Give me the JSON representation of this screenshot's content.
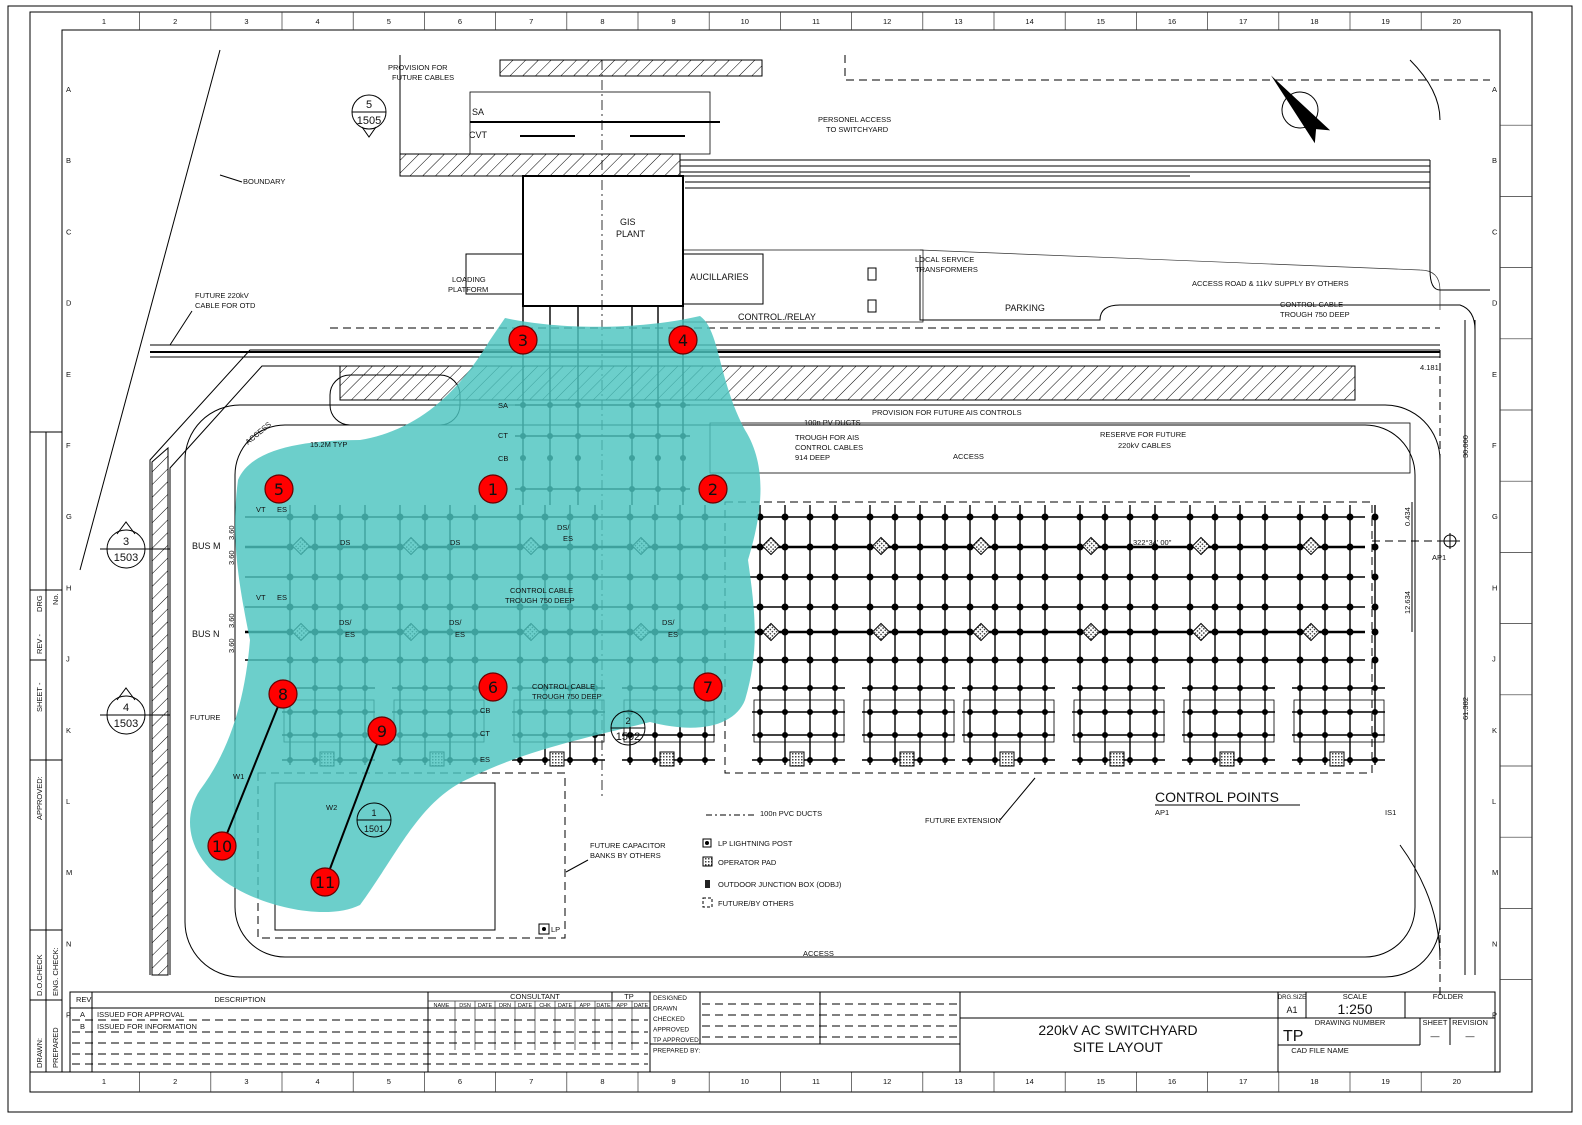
{
  "colors": {
    "highlight": "#4cc4c0",
    "marker": "#ff0000",
    "line": "#000000"
  },
  "grid": {
    "columns": [
      "1",
      "2",
      "3",
      "4",
      "5",
      "6",
      "7",
      "8",
      "9",
      "10",
      "11",
      "12",
      "13",
      "14",
      "15",
      "16",
      "17",
      "18",
      "19",
      "20"
    ],
    "rows": [
      "A",
      "B",
      "C",
      "D",
      "E",
      "F",
      "G",
      "H",
      "J",
      "K",
      "L",
      "M",
      "N",
      "P"
    ]
  },
  "markers": [
    "1",
    "2",
    "3",
    "4",
    "5",
    "6",
    "7",
    "8",
    "9",
    "10",
    "11"
  ],
  "labels": {
    "provision_future_cables_1": "PROVISION FOR",
    "provision_future_cables_2": "FUTURE CABLES",
    "callout_5_top": "5",
    "callout_5_bottom": "1505",
    "sa_top": "SA",
    "cvt": "CVT",
    "boundary": "BOUNDARY",
    "gis_1": "GIS",
    "gis_2": "PLANT",
    "loading_1": "LOADING",
    "loading_2": "PLATFORM",
    "auxiliaries": "AUCILLARIES",
    "personnel_1": "PERSONEL ACCESS",
    "personnel_2": "TO SWITCHYARD",
    "lst_1": "LOCAL SERVICE",
    "lst_2": "TRANSFORMERS",
    "access_road": "ACCESS ROAD & 11kV SUPPLY BY OTHERS",
    "parking": "PARKING",
    "cct_top_1": "CONTROL CABLE",
    "cct_top_2": "TROUGH 750 DEEP",
    "future_otd_1": "FUTURE 220kV",
    "future_otd_2": "CABLE FOR OTD",
    "control_relay": "CONTROL./RELAY",
    "dim_4181": "4.181",
    "provision_ais": "PROVISION FOR FUTURE AIS CONTROLS",
    "pv_ducts": "100n PV DUCTS",
    "trough_ais_1": "TROUGH FOR AIS",
    "trough_ais_2": "CONTROL CABLES",
    "trough_ais_3": "914 DEEP",
    "access_mid": "ACCESS",
    "reserve_1": "RESERVE FOR  FUTURE",
    "reserve_2": "220kV CABLES",
    "dim_30000": "30.000",
    "access_left": "ACCESS",
    "typ_spacing": "15.2M  TYP",
    "bus_m": "BUS M",
    "bus_n": "BUS N",
    "dim_360": "3.60",
    "vt": "VT",
    "es": "ES",
    "ds": "DS",
    "ds_es_1": "DS/",
    "ds_es_2": "ES",
    "sa": "SA",
    "ct": "CT",
    "cb": "CB",
    "cct_mid_1": "CONTROL CABLE",
    "cct_mid_2": "TROUGH 750 DEEP",
    "bearing": "322°34' 00\"",
    "ap1": "AP1",
    "dim_0434": "0.434",
    "dim_12634": "12.634",
    "dim_61382": "61.382",
    "callout_3_top": "3",
    "callout_3_bottom": "1503",
    "callout_4_top": "4",
    "callout_4_bottom": "1503",
    "callout_2_top": "2",
    "callout_2_bottom": "1502",
    "callout_1_top": "1",
    "callout_1_bottom": "1501",
    "future": "FUTURE",
    "w1": "W1",
    "w2": "W2",
    "pvc_ducts": "100n PVC DUCTS",
    "future_extension": "FUTURE EXTENSION",
    "control_points": "CONTROL POINTS",
    "control_points_ap1": "AP1",
    "is1": "IS1",
    "capacitor_1": "FUTURE CAPACITOR",
    "capacitor_2": "BANKS BY OTHERS",
    "lp": "LP",
    "access_bottom": "ACCESS"
  },
  "legend": {
    "lightning_post": "LP  LIGHTNING POST",
    "operator_pad": "OPERATOR PAD",
    "junction_box": "OUTDOOR JUNCTION BOX (ODBJ)",
    "future_by_others": "FUTURE/BY OTHERS"
  },
  "title_block": {
    "rev_header": "REV",
    "description_header": "DESCRIPTION",
    "revisions": [
      {
        "rev": "A",
        "description": "ISSUED FOR APPROVAL"
      },
      {
        "rev": "B",
        "description": "ISSUED FOR INFORMATION"
      }
    ],
    "consultant": "CONSULTANT",
    "tp": "TP",
    "sign_columns": [
      "NAME",
      "DSN",
      "DATE",
      "DRN",
      "DATE",
      "CHK",
      "DATE",
      "APP",
      "DATE",
      "APP",
      "DATE"
    ],
    "roles": [
      "DESIGNED",
      "DRAWN",
      "CHECKED",
      "APPROVED",
      "TP APPROVED",
      "PREPARED BY:"
    ],
    "title_1": "220kV AC SWITCHYARD",
    "title_2": "SITE LAYOUT",
    "drg_size_label": "DRG.SIZE",
    "drg_size": "A1",
    "scale_label": "SCALE",
    "scale": "1:250",
    "folder_label": "FOLDER",
    "drawing_number_label": "DRAWING NUMBER",
    "drawing_number": "TP",
    "sheet_label": "SHEET",
    "sheet": "—",
    "revision_label": "REVISION",
    "revision": "—",
    "cad_file_label": "CAD FILE NAME"
  },
  "side_block": {
    "drawn": "DRAWN:",
    "prepared": "PREPARED",
    "do_check": "D.O.CHECK",
    "eng_check": "ENG. CHECK:",
    "approved": "APPROVED:",
    "sheet": "SHEET  -",
    "rev": "REV  -",
    "drg": "DRG",
    "no": "No."
  }
}
